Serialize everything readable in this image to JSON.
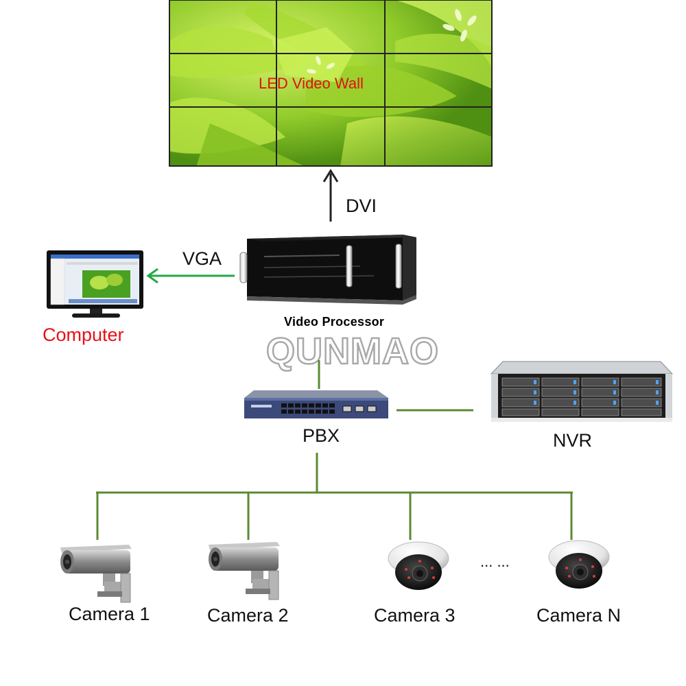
{
  "diagram": {
    "video_wall": {
      "label": "LED Video Wall",
      "rows": 3,
      "cols": 3
    },
    "connections": {
      "dvi": "DVI",
      "vga": "VGA"
    },
    "video_processor": {
      "label": "Video Processor"
    },
    "computer": {
      "label": "Computer"
    },
    "watermark": "QUNMAO",
    "pbx": {
      "label": "PBX"
    },
    "nvr": {
      "label": "NVR"
    },
    "ellipsis": "... ...",
    "cameras": [
      {
        "label": "Camera 1",
        "kind": "bullet"
      },
      {
        "label": "Camera 2",
        "kind": "bullet"
      },
      {
        "label": "Camera 3",
        "kind": "dome"
      },
      {
        "label": "Camera N",
        "kind": "dome"
      }
    ],
    "colors": {
      "line": "#5b8a32",
      "vga_arrow": "#22aa44",
      "dvi_arrow": "#222222",
      "wall_label": "#e01010",
      "computer_label": "#e8101a"
    }
  }
}
